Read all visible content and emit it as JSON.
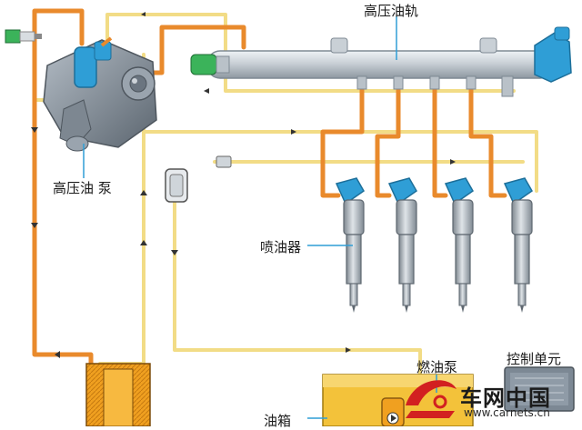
{
  "labels": {
    "rail": "高压油轨",
    "pump": "高压油 泵",
    "injector": "喷油器",
    "fuel_pump": "燃油泵",
    "control_unit": "控制单元",
    "tank": "油箱"
  },
  "watermark": {
    "name": "车网中国",
    "url": "www.carnets.cn"
  },
  "colors": {
    "high_pressure_line": "#e98a2c",
    "low_pressure_line": "#f2dc86",
    "component_blue": "#2f9ed6",
    "pump_grey": "#8c98a6",
    "tank_orange": "#f0a020",
    "control_unit": "#7c8894",
    "logo_red": "#d22020"
  },
  "icons": [
    "connector-icon",
    "fuel-filter-icon",
    "pressure-sensor-icon",
    "arrow-icon"
  ]
}
